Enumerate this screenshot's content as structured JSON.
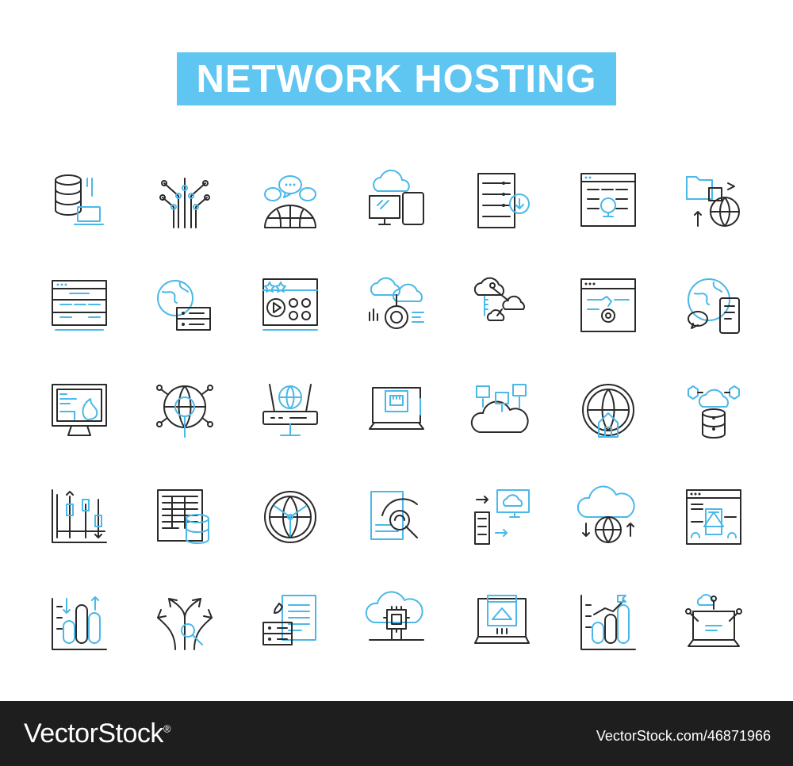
{
  "title": "NETWORK HOSTING",
  "colors": {
    "accent": "#5ec6f1",
    "stroke": "#2a2a2a",
    "footer": "#1e1e1e"
  },
  "icons": [
    "database-laptop-icon",
    "circuit-tree-icon",
    "globe-chat-icon",
    "cloud-devices-icon",
    "server-rack-download-icon",
    "web-tools-window-icon",
    "folder-globe-sync-icon",
    "server-grid-window-icon",
    "globe-server-icon",
    "media-player-icon",
    "cloud-search-icon",
    "cloud-network-icon",
    "browser-settings-icon",
    "globe-chat-phone-icon",
    "monitor-firewall-icon",
    "globe-search-network-icon",
    "wifi-router-globe-icon",
    "laptop-ethernet-icon",
    "cloud-upload-icon",
    "globe-home-network-icon",
    "cloud-database-hexagon-icon",
    "chart-sliders-icon",
    "spreadsheet-database-icon",
    "globe-network-icon",
    "document-analytics-search-icon",
    "server-cloud-monitor-icon",
    "cloud-globe-sync-icon",
    "website-layout-icon",
    "bar-chart-cylinders-icon",
    "arrows-search-path-icon",
    "server-documents-icon",
    "cloud-chip-icon",
    "laptop-upload-icon",
    "growth-chart-icon",
    "laptop-cloud-network-icon"
  ],
  "footer": {
    "brand": "VectorStock",
    "registered": "®",
    "image_id": "VectorStock.com/46871966"
  }
}
